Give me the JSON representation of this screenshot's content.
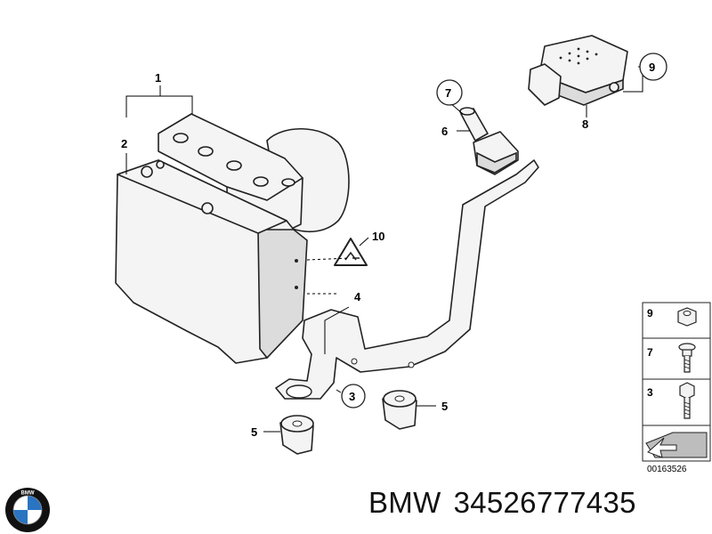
{
  "callouts": [
    {
      "id": "1",
      "label": "1"
    },
    {
      "id": "2",
      "label": "2"
    },
    {
      "id": "3",
      "label": "3"
    },
    {
      "id": "4",
      "label": "4"
    },
    {
      "id": "5a",
      "label": "5"
    },
    {
      "id": "5b",
      "label": "5"
    },
    {
      "id": "6",
      "label": "6"
    },
    {
      "id": "7",
      "label": "7"
    },
    {
      "id": "8",
      "label": "8"
    },
    {
      "id": "9",
      "label": "9"
    },
    {
      "id": "10",
      "label": "10"
    }
  ],
  "legend": {
    "items": [
      {
        "label": "9",
        "icon": "nut-icon"
      },
      {
        "label": "7",
        "icon": "bolt-washer-icon"
      },
      {
        "label": "3",
        "icon": "bolt-icon"
      }
    ],
    "diagram_code": "00163526"
  },
  "caption": {
    "brand": "BMW",
    "part_number": "34526777435"
  },
  "logo": {
    "brand": "BMW",
    "colors": {
      "blue": "#2a74c2",
      "black": "#111111",
      "white": "#ffffff"
    }
  }
}
